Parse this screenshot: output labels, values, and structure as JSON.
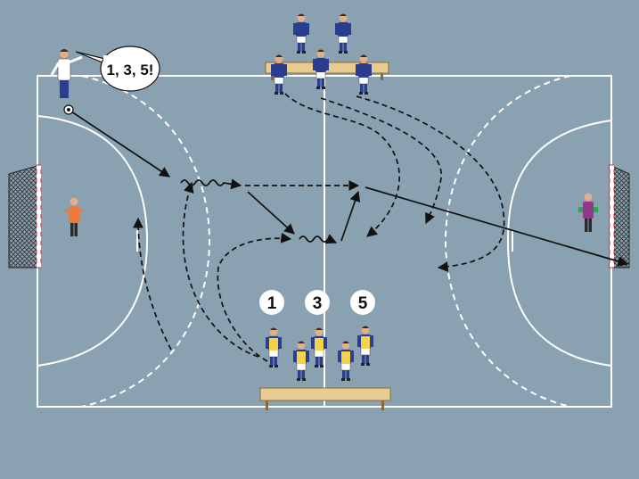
{
  "speech_bubble": {
    "text": "1, 3, 5!"
  },
  "bench_numbers": [
    "1",
    "3",
    "5"
  ],
  "colors": {
    "court": "#8aa1b1",
    "lines": "#ffffff",
    "blue_team": "#2a3d8f",
    "yellow_bib": "#f2d34a",
    "bench_wood": "#e9cc92",
    "keeper_left": "#f07a33",
    "keeper_right": "#8e3a8a",
    "arrows": "#111111"
  },
  "icons": [
    "coach-icon",
    "ball-icon",
    "goal-icon",
    "bench-icon",
    "player-icon"
  ]
}
